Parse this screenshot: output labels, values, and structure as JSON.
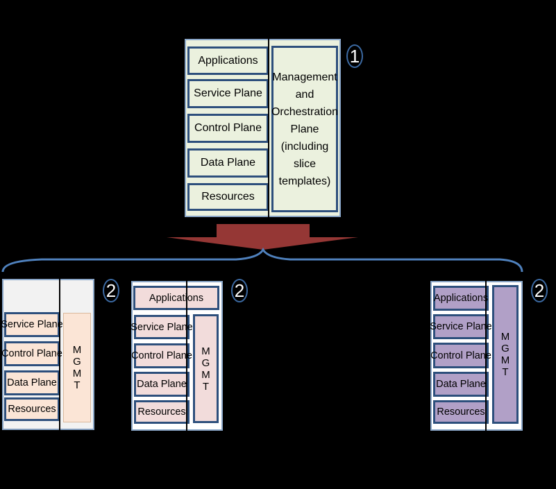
{
  "top": {
    "layers": [
      "Applications",
      "Service Plane",
      "Control Plane",
      "Data Plane",
      "Resources"
    ],
    "mgmt_label": "Management and Orchestration Plane (including slice templates)",
    "badge": "1"
  },
  "slices": [
    {
      "layers": [
        "Service Plane",
        "Control Plane",
        "Data Plane",
        "Resources"
      ],
      "mgmt_letters": [
        "M",
        "G",
        "M",
        "T"
      ],
      "badge": "2",
      "color": "#fbe5d6"
    },
    {
      "layers": [
        "Applications",
        "Service Plane",
        "Control Plane",
        "Data Plane",
        "Resources"
      ],
      "mgmt_letters": [
        "M",
        "G",
        "M",
        "T"
      ],
      "badge": "2",
      "color": "#f2dcdb"
    },
    {
      "layers": [
        "Applications",
        "Service Plane",
        "Control Plane",
        "Data Plane",
        "Resources"
      ],
      "mgmt_letters": [
        "M",
        "G",
        "M",
        "T"
      ],
      "badge": "2",
      "color": "#b1a0c7"
    }
  ],
  "colors": {
    "top_fill": "#ebf1de",
    "frame_border": "#8aa6c8",
    "box_border": "#2d4f7c",
    "arrow": "#953735",
    "brace": "#4f81bd"
  }
}
